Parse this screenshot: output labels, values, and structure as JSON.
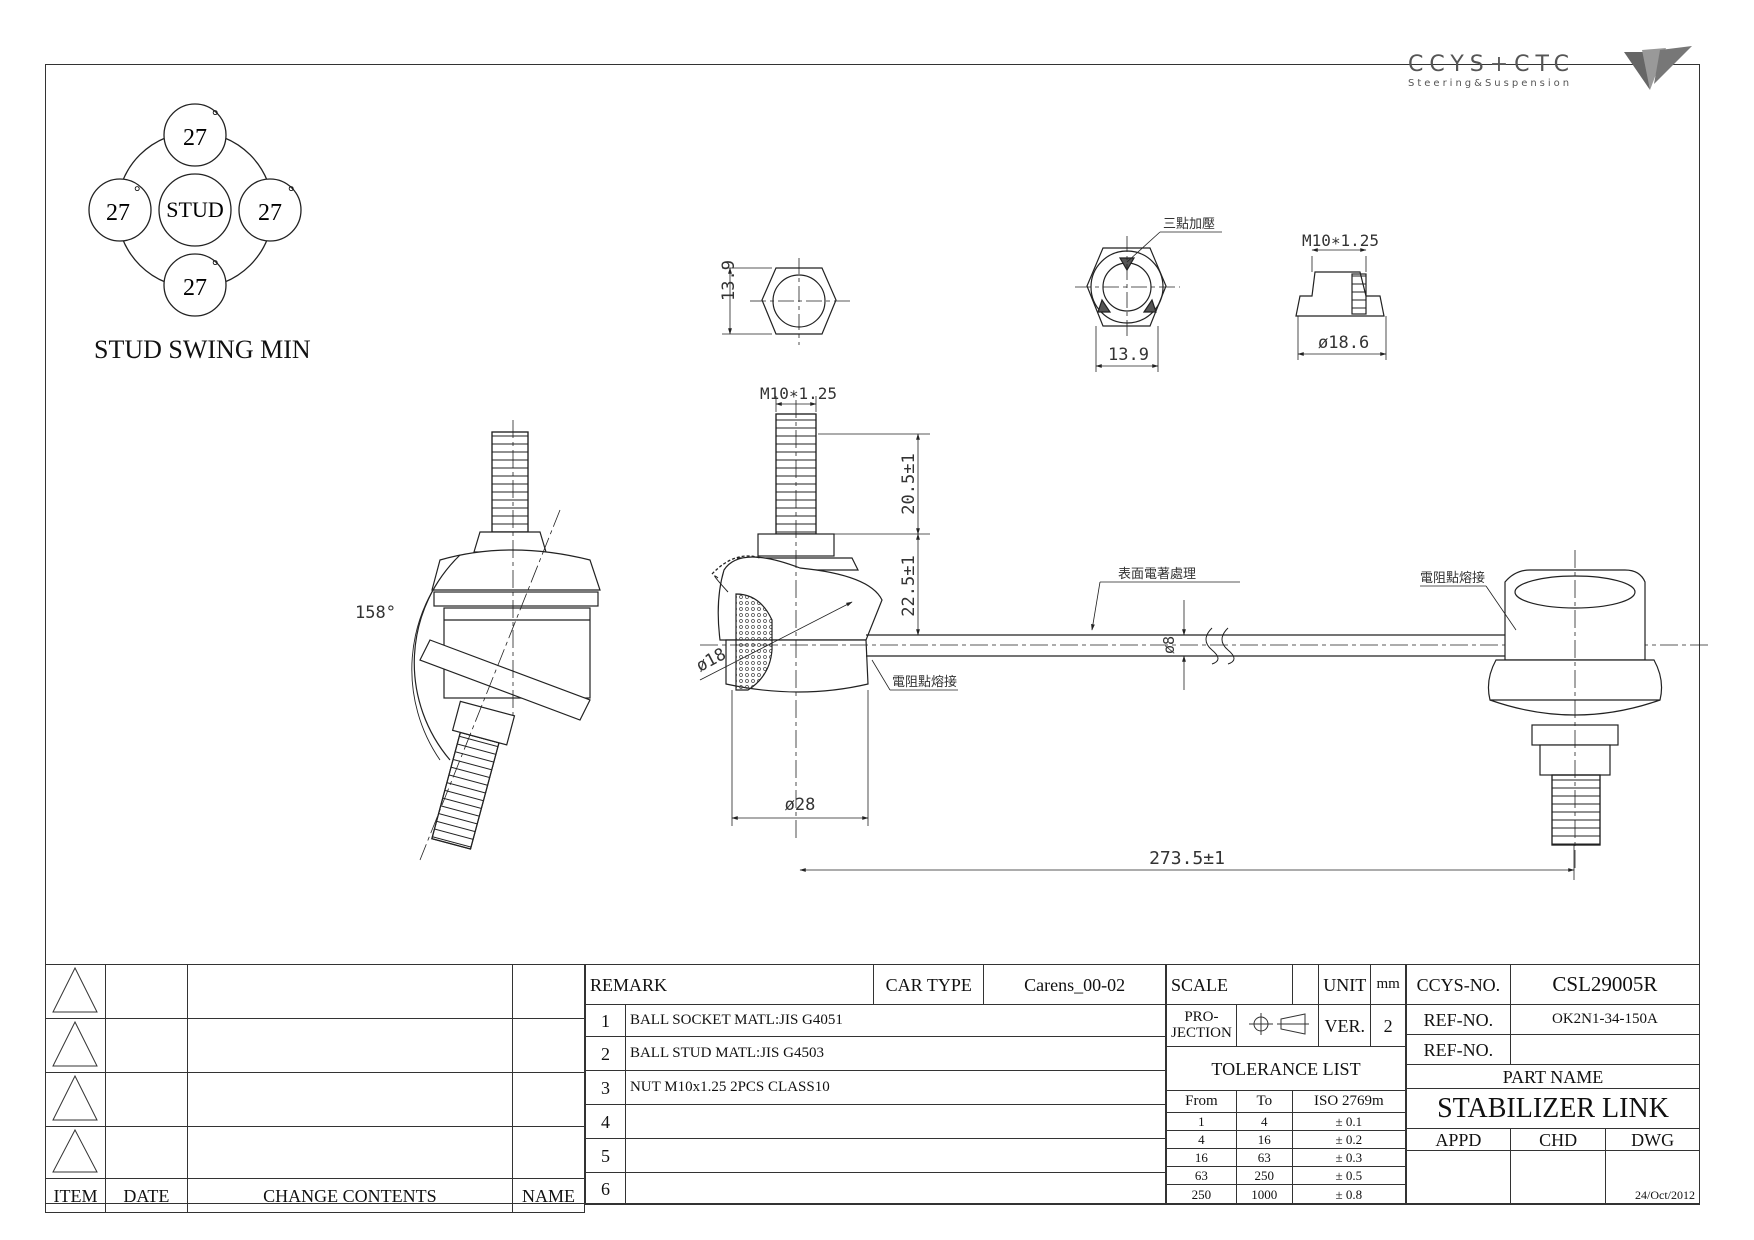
{
  "logo": {
    "brand": "CCYS+CTC",
    "tagline": "Steering&Suspension"
  },
  "swing": {
    "top": "27",
    "left": "27",
    "right": "27",
    "bottom": "27",
    "center": "STUD",
    "degree": "°",
    "caption": "STUD SWING MIN"
  },
  "dims": {
    "angle": "158°",
    "hex_width": "13.9",
    "nut_width": "13.9",
    "three_point": "三點加壓",
    "nut_thread": "M10∗1.25",
    "nut_diameter": "ø18.6",
    "stud_thread": "M10∗1.25",
    "thread_length": "20.5±1",
    "neck_length": "22.5±1",
    "ball_dia": "ø18",
    "socket_dia": "ø28",
    "surface": "表面電著處理",
    "bar_dia": "ø8",
    "weld_left": "電阻點熔接",
    "weld_right": "電阻點熔接",
    "total_length": "273.5±1"
  },
  "revision": {
    "headers": {
      "item": "ITEM",
      "date": "DATE",
      "contents": "CHANGE CONTENTS",
      "name": "NAME"
    }
  },
  "remark": {
    "label": "REMARK",
    "car_type_label": "CAR TYPE",
    "car_type": "Carens_00-02",
    "items": [
      {
        "no": "1",
        "text": "BALL SOCKET MATL:JIS  G4051"
      },
      {
        "no": "2",
        "text": "BALL STUD MATL:JIS G4503"
      },
      {
        "no": "3",
        "text": "NUT M10x1.25 2PCS CLASS10"
      },
      {
        "no": "4",
        "text": ""
      },
      {
        "no": "5",
        "text": ""
      },
      {
        "no": "6",
        "text": ""
      }
    ]
  },
  "scale": {
    "scale_label": "SCALE",
    "unit_label": "UNIT",
    "unit": "mm",
    "projection_label_1": "PRO-",
    "projection_label_2": "JECTION",
    "ver_label": "VER.",
    "ver": "2",
    "tolerance_title": "TOLERANCE LIST",
    "headers": {
      "from": "From",
      "to": "To",
      "iso": "ISO 2769m"
    },
    "rows": [
      {
        "from": "1",
        "to": "4",
        "tol": "± 0.1"
      },
      {
        "from": "4",
        "to": "16",
        "tol": "± 0.2"
      },
      {
        "from": "16",
        "to": "63",
        "tol": "± 0.3"
      },
      {
        "from": "63",
        "to": "250",
        "tol": "± 0.5"
      },
      {
        "from": "250",
        "to": "1000",
        "tol": "± 0.8"
      }
    ]
  },
  "title": {
    "ccys_label": "CCYS-NO.",
    "ccys_no": "CSL29005R",
    "ref_label": "REF-NO.",
    "ref_no": "OK2N1-34-150A",
    "ref2_label": "REF-NO.",
    "ref2_no": "",
    "part_name_label": "PART NAME",
    "part_name": "STABILIZER LINK",
    "appd": "APPD",
    "chd": "CHD",
    "dwg": "DWG",
    "date": "24/Oct/2012"
  }
}
